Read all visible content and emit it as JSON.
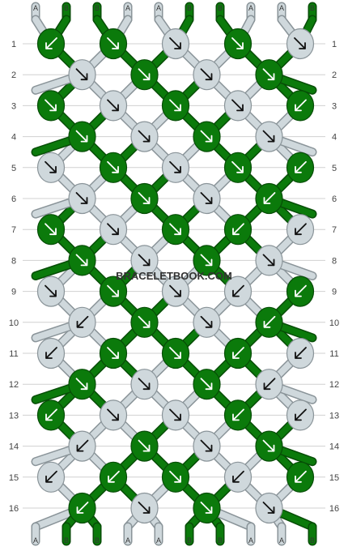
{
  "colors": {
    "A": "#cfd8dc",
    "B": "#0b7a0b",
    "A_stroke": "#8a9499",
    "B_stroke": "#074d07",
    "arrow": "#ffffff",
    "arrow_on_light": "#111111",
    "hline": "#d0d0d0"
  },
  "top_strands": [
    "A",
    "B",
    "B",
    "A",
    "A",
    "B",
    "B",
    "A",
    "A",
    "B"
  ],
  "bottom_strands": [
    "A",
    "B",
    "B",
    "A",
    "A",
    "B",
    "B",
    "A",
    "A",
    "B"
  ],
  "rows": [
    "1",
    "2",
    "3",
    "4",
    "5",
    "6",
    "7",
    "8",
    "9",
    "10",
    "11",
    "12",
    "13",
    "14",
    "15",
    "16"
  ],
  "knot_rows": [
    [
      {
        "c": "B",
        "d": "fb"
      },
      {
        "c": "B",
        "d": "f"
      },
      {
        "c": "A",
        "d": "f"
      },
      {
        "c": "B",
        "d": "f"
      },
      {
        "c": "A",
        "d": "f"
      }
    ],
    [
      {
        "c": "A",
        "d": "f"
      },
      {
        "c": "B",
        "d": "f"
      },
      {
        "c": "A",
        "d": "f"
      },
      {
        "c": "B",
        "d": "f"
      }
    ],
    [
      {
        "c": "B",
        "d": "f"
      },
      {
        "c": "A",
        "d": "f"
      },
      {
        "c": "B",
        "d": "f"
      },
      {
        "c": "A",
        "d": "f"
      },
      {
        "c": "B",
        "d": "b"
      }
    ],
    [
      {
        "c": "B",
        "d": "f"
      },
      {
        "c": "A",
        "d": "f"
      },
      {
        "c": "B",
        "d": "f"
      },
      {
        "c": "A",
        "d": "f"
      }
    ],
    [
      {
        "c": "A",
        "d": "f"
      },
      {
        "c": "B",
        "d": "f"
      },
      {
        "c": "A",
        "d": "f"
      },
      {
        "c": "B",
        "d": "f"
      },
      {
        "c": "B",
        "d": "b"
      }
    ],
    [
      {
        "c": "A",
        "d": "f"
      },
      {
        "c": "B",
        "d": "f"
      },
      {
        "c": "A",
        "d": "f"
      },
      {
        "c": "B",
        "d": "b"
      }
    ],
    [
      {
        "c": "B",
        "d": "f"
      },
      {
        "c": "A",
        "d": "f"
      },
      {
        "c": "B",
        "d": "f"
      },
      {
        "c": "B",
        "d": "b"
      },
      {
        "c": "A",
        "d": "b"
      }
    ],
    [
      {
        "c": "B",
        "d": "f"
      },
      {
        "c": "A",
        "d": "f"
      },
      {
        "c": "B",
        "d": "f"
      },
      {
        "c": "A",
        "d": "f"
      }
    ],
    [
      {
        "c": "A",
        "d": "f"
      },
      {
        "c": "B",
        "d": "f"
      },
      {
        "c": "A",
        "d": "f"
      },
      {
        "c": "A",
        "d": "b"
      },
      {
        "c": "B",
        "d": "b"
      }
    ],
    [
      {
        "c": "A",
        "d": "b"
      },
      {
        "c": "B",
        "d": "f"
      },
      {
        "c": "A",
        "d": "f"
      },
      {
        "c": "B",
        "d": "b"
      }
    ],
    [
      {
        "c": "A",
        "d": "b"
      },
      {
        "c": "B",
        "d": "f"
      },
      {
        "c": "B",
        "d": "f"
      },
      {
        "c": "B",
        "d": "b"
      },
      {
        "c": "A",
        "d": "b"
      }
    ],
    [
      {
        "c": "B",
        "d": "f"
      },
      {
        "c": "A",
        "d": "f"
      },
      {
        "c": "B",
        "d": "f"
      },
      {
        "c": "A",
        "d": "b"
      }
    ],
    [
      {
        "c": "B",
        "d": "b"
      },
      {
        "c": "A",
        "d": "f"
      },
      {
        "c": "A",
        "d": "f"
      },
      {
        "c": "B",
        "d": "b"
      },
      {
        "c": "A",
        "d": "b"
      }
    ],
    [
      {
        "c": "A",
        "d": "b"
      },
      {
        "c": "B",
        "d": "f"
      },
      {
        "c": "A",
        "d": "f"
      },
      {
        "c": "B",
        "d": "f"
      }
    ],
    [
      {
        "c": "A",
        "d": "b"
      },
      {
        "c": "B",
        "d": "b"
      },
      {
        "c": "B",
        "d": "f"
      },
      {
        "c": "A",
        "d": "b"
      },
      {
        "c": "B",
        "d": "b"
      }
    ],
    [
      {
        "c": "B",
        "d": "b"
      },
      {
        "c": "A",
        "d": "f"
      },
      {
        "c": "B",
        "d": "f"
      },
      {
        "c": "A",
        "d": "f"
      }
    ]
  ],
  "watermark": "BRACELETBOOK.COM"
}
